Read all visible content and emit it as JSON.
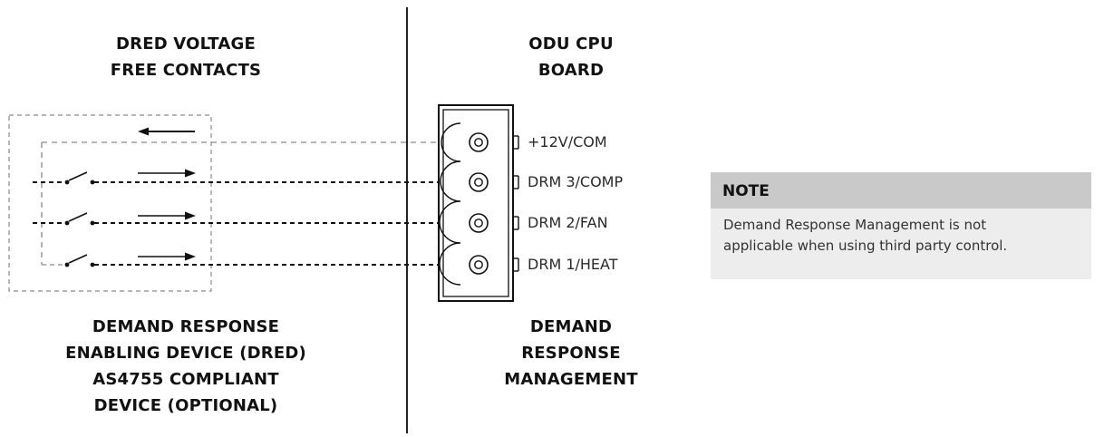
{
  "left_panel": {
    "title_lines": [
      "DRED VOLTAGE",
      "FREE CONTACTS"
    ],
    "caption_lines": [
      "DEMAND RESPONSE",
      "ENABLING DEVICE (DRED)",
      "AS4755 COMPLIANT",
      "DEVICE (OPTIONAL)"
    ]
  },
  "right_panel": {
    "title_lines": [
      "ODU CPU",
      "BOARD"
    ],
    "caption_lines": [
      "DEMAND",
      "RESPONSE",
      "MANAGEMENT"
    ]
  },
  "terminals": [
    {
      "label": "+12V/COM"
    },
    {
      "label": "DRM 3/COMP"
    },
    {
      "label": "DRM 2/FAN"
    },
    {
      "label": "DRM 1/HEAT"
    }
  ],
  "note": {
    "heading": "NOTE",
    "body_lines": [
      "Demand Response Management is not",
      "applicable when using third party control."
    ]
  },
  "colors": {
    "ink": "#111111",
    "dashed_line": "#8a8a8a",
    "note_header": "#c9c9c9",
    "note_body": "#ededed"
  }
}
